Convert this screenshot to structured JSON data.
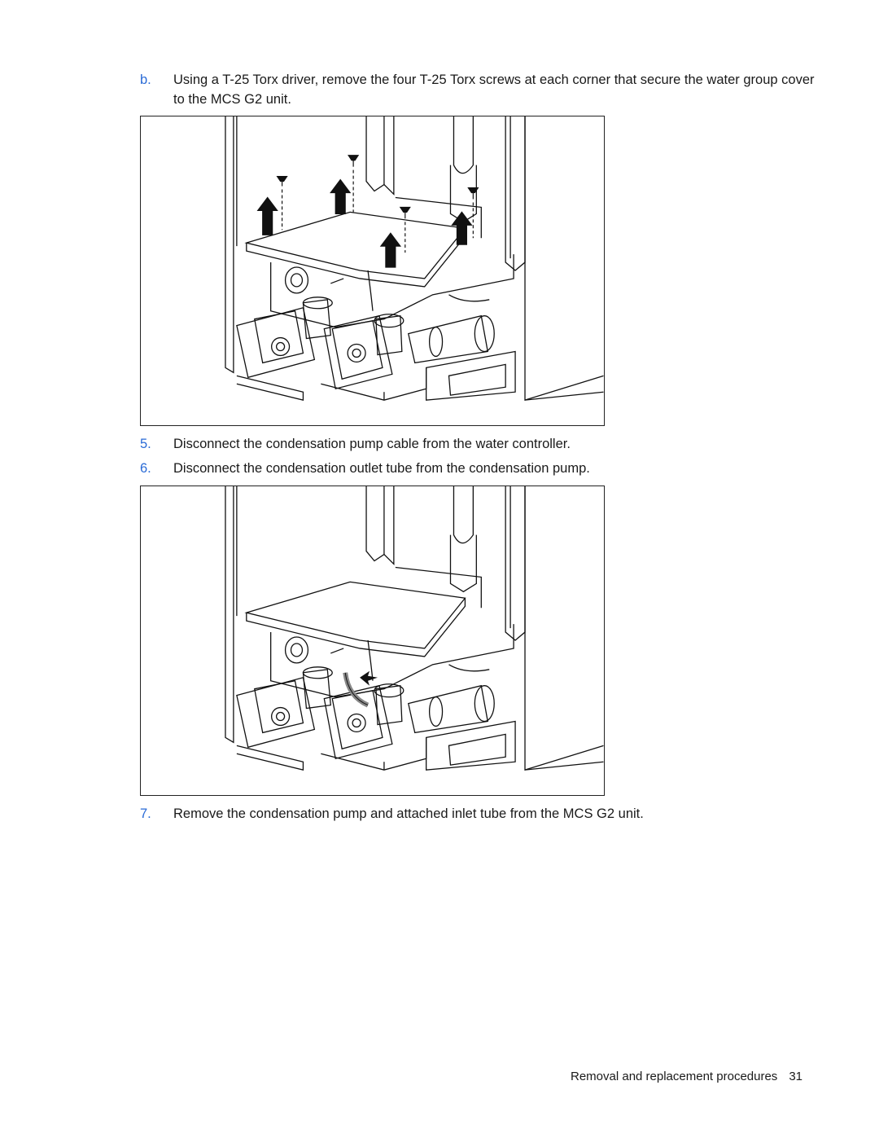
{
  "steps": [
    {
      "marker": "b.",
      "text": "Using a T-25 Torx driver, remove the four T-25 Torx screws at each corner that secure the water group cover to the MCS G2 unit."
    },
    {
      "marker": "5.",
      "text": "Disconnect the condensation pump cable from the water controller."
    },
    {
      "marker": "6.",
      "text": "Disconnect the condensation outlet tube from the condensation pump."
    },
    {
      "marker": "7.",
      "text": "Remove the condensation pump and attached inlet tube from the MCS G2 unit."
    }
  ],
  "footer": {
    "section": "Removal and replacement procedures",
    "page_number": "31"
  },
  "colors": {
    "step_marker": "#2a6bd6",
    "text": "#1a1a1a"
  }
}
